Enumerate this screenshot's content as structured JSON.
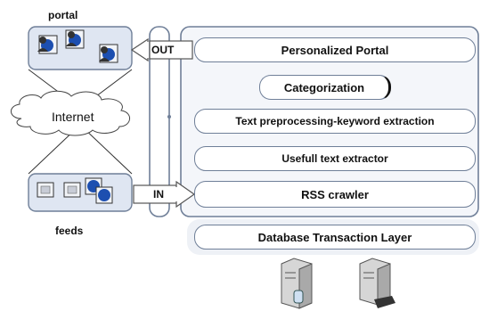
{
  "labels": {
    "portal": "portal",
    "feeds": "feeds",
    "internet": "Internet",
    "out": "OUT",
    "in": "IN"
  },
  "layers": {
    "personalized_portal": "Personalized Portal",
    "categorization": "Categorization",
    "text_preprocessing": "Text preprocessing-keyword extraction",
    "useful_text_extractor": "Usefull text extractor",
    "rss_crawler": "RSS crawler",
    "database_layer": "Database Transaction Layer"
  },
  "colors": {
    "stroke": "#6f7f98",
    "panel": "#eef1f6",
    "user_blue": "#1d4fb0",
    "server_gray": "#cfcfcf"
  },
  "icons": [
    "user-icon",
    "feed-icon",
    "server-icon",
    "cloud-icon"
  ]
}
